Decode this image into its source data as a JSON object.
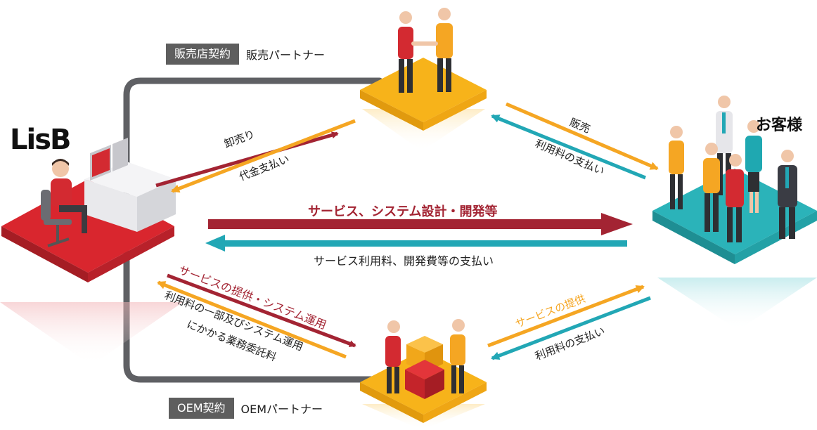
{
  "brand": {
    "logo_text": "LisB"
  },
  "nodes": {
    "customers": "お客様"
  },
  "tags": {
    "dealer": {
      "badge": "販売店契約",
      "label": "販売パートナー"
    },
    "oem": {
      "badge": "OEM契約",
      "label": "OEMパートナー"
    }
  },
  "flows": {
    "wholesale": "卸売り",
    "agency_payment": "代金支払い",
    "sales": "販売",
    "usage_payment_top": "利用料の支払い",
    "main_service": "サービス、システム設計・開発等",
    "main_payment": "サービス利用料、開発費等の支払い",
    "provide_ops": "サービスの提供・システム運用",
    "partial_fee_line1": "利用料の一部及びシステム運用",
    "partial_fee_line2": "にかかる業務委託料",
    "service_provide": "サービスの提供",
    "usage_payment_bottom": "利用料の支払い"
  },
  "colors": {
    "red": "#a32433",
    "orange": "#f5a623",
    "teal": "#22a7b5",
    "gray_line": "#5f6064",
    "platform_red": "#d9262e",
    "platform_yellow": "#f7b31a",
    "platform_teal": "#2bb3b9"
  }
}
